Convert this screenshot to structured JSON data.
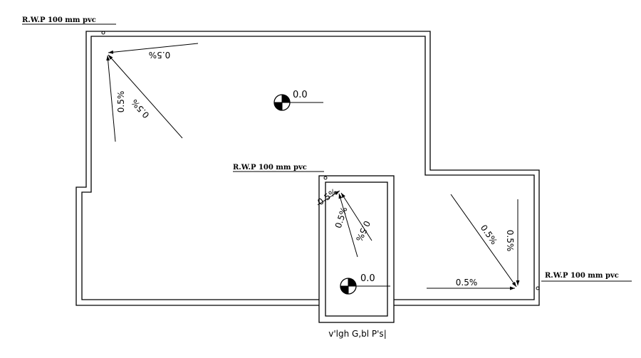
{
  "drainage_plan": {
    "rwp_labels": [
      "R.W.P 100 mm pvc",
      "R.W.P 100 mm pvc",
      "R.W.P 100 mm pvc"
    ],
    "slope_labels": [
      "0.5%",
      "0.5%",
      "0.5%",
      "0.5%",
      "0.5%",
      "0.5%",
      "0.5%",
      "0.5%",
      "0.5%"
    ],
    "level_labels": [
      "0.0",
      "0.0"
    ],
    "caption": "v'lgh G,bl P's|"
  }
}
